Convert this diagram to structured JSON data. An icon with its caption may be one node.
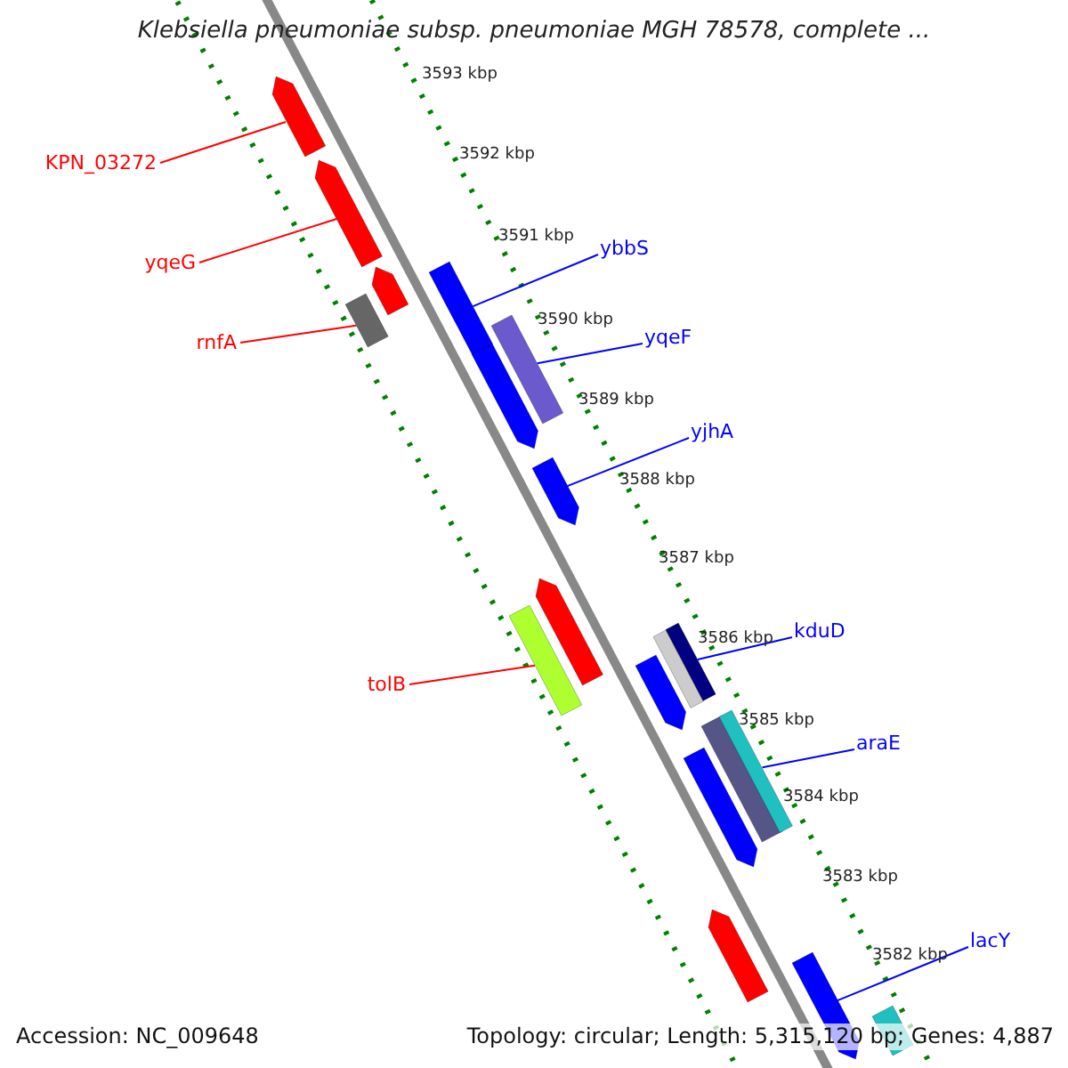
{
  "diagram": {
    "title": "Klebsiella pneumoniae subsp. pneumoniae MGH 78578, complete ...",
    "nodes": [
      {
        "text": [
          "KPN_03272"
        ]
      },
      {
        "text": [
          "ybbS"
        ]
      },
      {
        "text": [
          "yqeG"
        ]
      },
      {
        "text": [
          "yqeF"
        ]
      },
      {
        "text": [
          "rnfA"
        ]
      },
      {
        "text": [
          "yjhA"
        ]
      },
      {
        "text": [
          "kduD"
        ]
      },
      {
        "text": [
          "tolB"
        ]
      },
      {
        "text": [
          "araE"
        ]
      },
      {
        "text": [
          "lacY"
        ]
      },
      {
        "text": [],
        "shape": "arrow"
      },
      {
        "text": [],
        "shape": "arrow"
      },
      {
        "text": [],
        "shape": "arrow"
      },
      {
        "text": [],
        "shape": "bar"
      },
      {
        "text": [],
        "shape": "arrow"
      },
      {
        "text": [],
        "shape": "bar"
      },
      {
        "text": [],
        "shape": "arrow"
      },
      {
        "text": [],
        "shape": "arrow"
      },
      {
        "text": [],
        "shape": "arrow"
      },
      {
        "text": [],
        "shape": "bar"
      },
      {
        "text": [],
        "shape": "bar"
      },
      {
        "text": [],
        "shape": "bar"
      },
      {
        "text": [],
        "shape": "arrow"
      },
      {
        "text": [],
        "shape": "bar"
      },
      {
        "text": [],
        "shape": "bar"
      },
      {
        "text": [],
        "shape": "arrow"
      },
      {
        "text": [],
        "shape": "arrow"
      },
      {
        "text": [],
        "shape": "arrow"
      },
      {
        "text": [],
        "shape": "bar"
      }
    ],
    "edges": [
      {
        "from": 0,
        "to": 10,
        "arrow": "none",
        "color": "#ff0000"
      },
      {
        "from": 1,
        "to": 14,
        "arrow": "none"
      },
      {
        "from": 2,
        "to": 11,
        "arrow": "none",
        "color": "#ff0000"
      },
      {
        "from": 3,
        "to": 15,
        "arrow": "none"
      },
      {
        "from": 4,
        "to": 13,
        "arrow": "none",
        "color": "#ff0000"
      },
      {
        "from": 5,
        "to": 17,
        "arrow": "none"
      },
      {
        "from": 6,
        "to": 21,
        "arrow": "none"
      },
      {
        "from": 7,
        "to": 19,
        "arrow": "none",
        "color": "#ff0000"
      },
      {
        "from": 8,
        "to": 24,
        "arrow": "none"
      },
      {
        "from": 9,
        "to": 27,
        "arrow": "none"
      }
    ],
    "labels": [
      "3593 kbp",
      "3592 kbp",
      "3591 kbp",
      "3590 kbp",
      "3589 kbp",
      "3588 kbp",
      "3587 kbp",
      "3586 kbp",
      "3585 kbp",
      "3584 kbp",
      "3583 kbp",
      "3582 kbp",
      "Accession: NC_009648",
      "Topology: circular; Length: 5,315,120 bp; Genes: 4,887"
    ]
  }
}
